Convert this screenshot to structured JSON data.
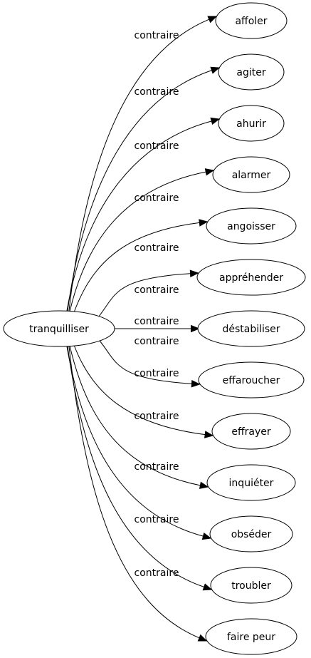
{
  "source": {
    "label": "tranquilliser"
  },
  "edges": [
    {
      "label": "contraire",
      "target": "affoler"
    },
    {
      "label": "contraire",
      "target": "agiter"
    },
    {
      "label": "contraire",
      "target": "ahurir"
    },
    {
      "label": "contraire",
      "target": "alarmer"
    },
    {
      "label": "contraire",
      "target": "angoisser"
    },
    {
      "label": "contraire",
      "target": "appréhender"
    },
    {
      "label": "contraire",
      "target": "déstabiliser"
    },
    {
      "label": "contraire",
      "target": "effaroucher"
    },
    {
      "label": "contraire",
      "target": "effrayer"
    },
    {
      "label": "contraire",
      "target": "inquiéter"
    },
    {
      "label": "contraire",
      "target": "obséder"
    },
    {
      "label": "contraire",
      "target": "troubler"
    },
    {
      "label": "contraire",
      "target": "faire peur"
    }
  ]
}
